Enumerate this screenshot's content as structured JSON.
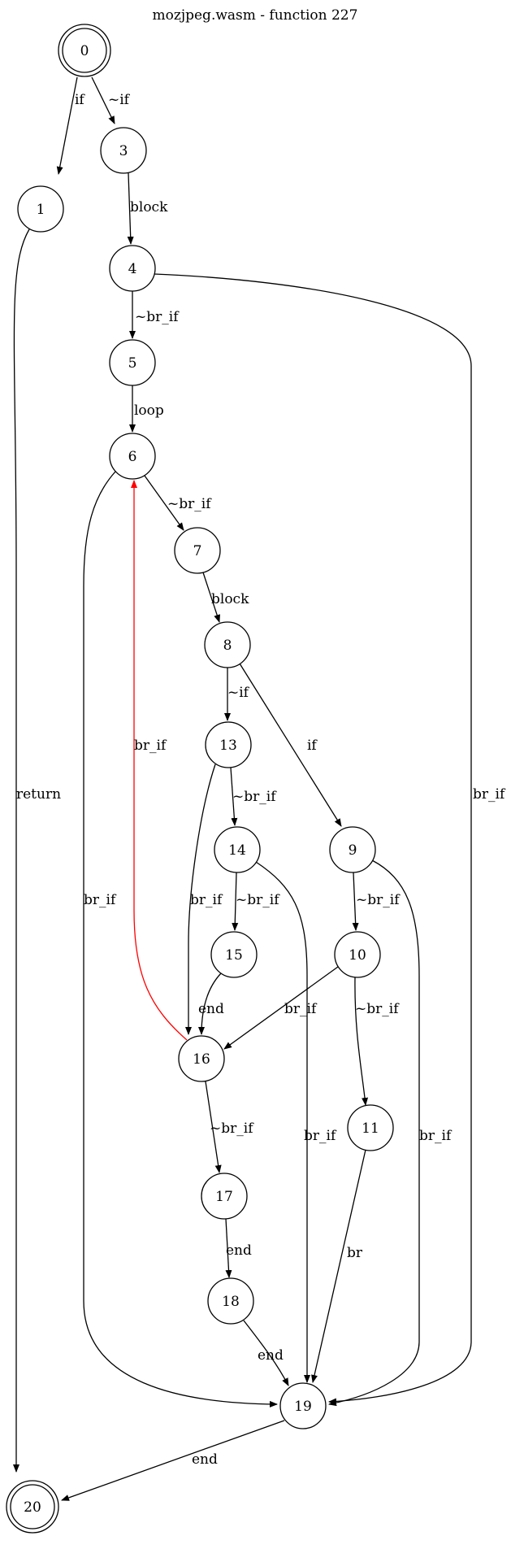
{
  "title": "mozjpeg.wasm - function 227",
  "nodes": [
    {
      "id": "0",
      "label": "0",
      "double": true
    },
    {
      "id": "1",
      "label": "1"
    },
    {
      "id": "3",
      "label": "3"
    },
    {
      "id": "4",
      "label": "4"
    },
    {
      "id": "5",
      "label": "5"
    },
    {
      "id": "6",
      "label": "6"
    },
    {
      "id": "7",
      "label": "7"
    },
    {
      "id": "8",
      "label": "8"
    },
    {
      "id": "13",
      "label": "13"
    },
    {
      "id": "9",
      "label": "9"
    },
    {
      "id": "14",
      "label": "14"
    },
    {
      "id": "15",
      "label": "15"
    },
    {
      "id": "10",
      "label": "10"
    },
    {
      "id": "16",
      "label": "16"
    },
    {
      "id": "11",
      "label": "11"
    },
    {
      "id": "17",
      "label": "17"
    },
    {
      "id": "18",
      "label": "18"
    },
    {
      "id": "19",
      "label": "19"
    },
    {
      "id": "20",
      "label": "20",
      "double": true
    }
  ],
  "edges": [
    {
      "id": "e0-1",
      "from": "0",
      "to": "1",
      "label": "if"
    },
    {
      "id": "e0-3",
      "from": "0",
      "to": "3",
      "label": "~if"
    },
    {
      "id": "e1-20",
      "from": "1",
      "to": "20",
      "label": "return"
    },
    {
      "id": "e3-4",
      "from": "3",
      "to": "4",
      "label": "block"
    },
    {
      "id": "e4-5",
      "from": "4",
      "to": "5",
      "label": "~br_if"
    },
    {
      "id": "e4-19",
      "from": "4",
      "to": "19",
      "label": "br_if"
    },
    {
      "id": "e5-6",
      "from": "5",
      "to": "6",
      "label": "loop"
    },
    {
      "id": "e6-7",
      "from": "6",
      "to": "7",
      "label": "~br_if"
    },
    {
      "id": "e6-19",
      "from": "6",
      "to": "19",
      "label": "br_if"
    },
    {
      "id": "e7-8",
      "from": "7",
      "to": "8",
      "label": "block"
    },
    {
      "id": "e8-13",
      "from": "8",
      "to": "13",
      "label": "~if"
    },
    {
      "id": "e8-9",
      "from": "8",
      "to": "9",
      "label": "if"
    },
    {
      "id": "e16-6",
      "from": "16",
      "to": "6",
      "label": "br_if",
      "color": "#ff0000"
    },
    {
      "id": "e13-14",
      "from": "13",
      "to": "14",
      "label": "~br_if"
    },
    {
      "id": "e13-16",
      "from": "13",
      "to": "16",
      "label": "br_if"
    },
    {
      "id": "e14-15",
      "from": "14",
      "to": "15",
      "label": "~br_if"
    },
    {
      "id": "e14-19",
      "from": "14",
      "to": "19",
      "label": "br_if"
    },
    {
      "id": "e9-10",
      "from": "9",
      "to": "10",
      "label": "~br_if"
    },
    {
      "id": "e9-19",
      "from": "9",
      "to": "19",
      "label": "br_if"
    },
    {
      "id": "e15-16",
      "from": "15",
      "to": "16",
      "label": "end"
    },
    {
      "id": "e10-16",
      "from": "10",
      "to": "16",
      "label": "br_if"
    },
    {
      "id": "e10-11",
      "from": "10",
      "to": "11",
      "label": "~br_if"
    },
    {
      "id": "e16-17",
      "from": "16",
      "to": "17",
      "label": "~br_if"
    },
    {
      "id": "e11-19",
      "from": "11",
      "to": "19",
      "label": "br"
    },
    {
      "id": "e17-18",
      "from": "17",
      "to": "18",
      "label": "end"
    },
    {
      "id": "e18-19",
      "from": "18",
      "to": "19",
      "label": "end"
    },
    {
      "id": "e19-20",
      "from": "19",
      "to": "20",
      "label": "end"
    }
  ]
}
